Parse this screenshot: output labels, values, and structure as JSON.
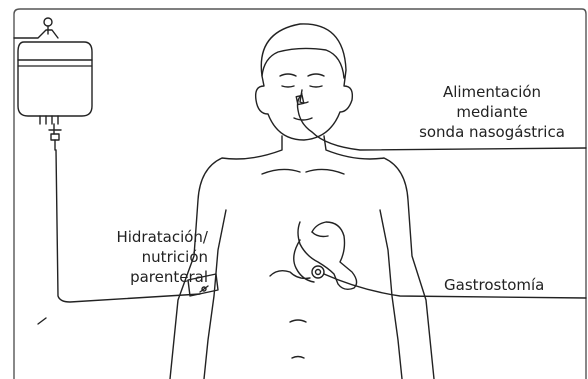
{
  "labels": {
    "feeding_line1": "Alimentación",
    "feeding_line2": "mediante",
    "feeding_line3": "sonda nasogástrica",
    "hydration_line1": "Hidratación/",
    "hydration_line2": "nutrición",
    "hydration_line3": "parenteral",
    "gastrostomy": "Gastrostomía"
  },
  "colors": {
    "ink": "#222222",
    "frame": "#555555"
  }
}
